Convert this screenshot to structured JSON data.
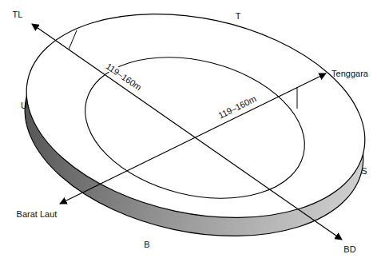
{
  "diagram": {
    "labels": [
      "TL",
      "T",
      "U",
      "S",
      "B",
      "BD",
      "Tenggara",
      "Barat Laut",
      "119–160m",
      "119–160m"
    ]
  }
}
